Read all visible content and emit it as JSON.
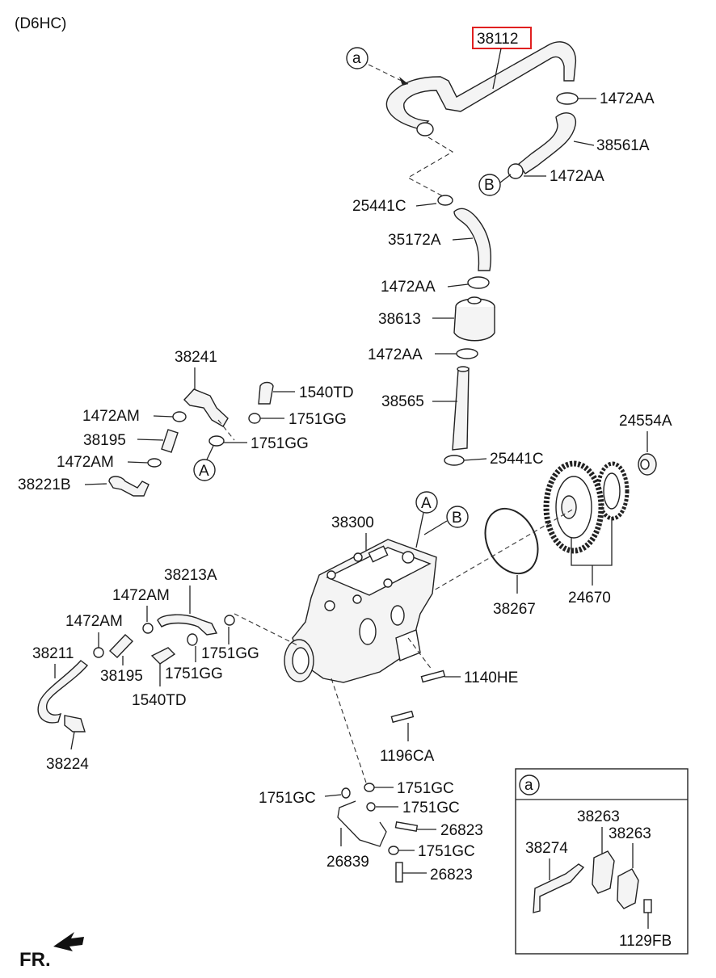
{
  "engine_code": "(D6HC)",
  "highlighted_part": "38112",
  "footer": {
    "front_marker": "FR."
  },
  "circle_markers": {
    "a": "a",
    "A": "A",
    "B": "B"
  },
  "labels": {
    "p38112": "38112",
    "p1472AA_1": "1472AA",
    "p38561A": "38561A",
    "p1472AA_2": "1472AA",
    "p25441C_1": "25441C",
    "p35172A": "35172A",
    "p1472AA_3": "1472AA",
    "p38613": "38613",
    "p1472AA_4": "1472AA",
    "p38565": "38565",
    "p25441C_2": "25441C",
    "p38241": "38241",
    "p1540TD_1": "1540TD",
    "p1472AM_1": "1472AM",
    "p1751GG_1": "1751GG",
    "p38195_1": "38195",
    "p1751GG_2": "1751GG",
    "p1472AM_2": "1472AM",
    "p38221B": "38221B",
    "p24554A": "24554A",
    "p38300": "38300",
    "p38267": "38267",
    "p24670": "24670",
    "p38213A": "38213A",
    "p1472AM_3": "1472AM",
    "p1472AM_4": "1472AM",
    "p1751GG_3": "1751GG",
    "p38211": "38211",
    "p38195_2": "38195",
    "p1751GG_4": "1751GG",
    "p1540TD_2": "1540TD",
    "p1140HE": "1140HE",
    "p38224": "38224",
    "p1196CA": "1196CA",
    "p1751GC_1": "1751GC",
    "p1751GC_2": "1751GC",
    "p1751GC_3": "1751GC",
    "p26823_1": "26823",
    "p26839": "26839",
    "p1751GC_4": "1751GC",
    "p26823_2": "26823",
    "p38263_1": "38263",
    "p38263_2": "38263",
    "p38274": "38274",
    "p1129FB": "1129FB"
  },
  "colors": {
    "highlight_box": "#e02020",
    "line": "#222222"
  }
}
